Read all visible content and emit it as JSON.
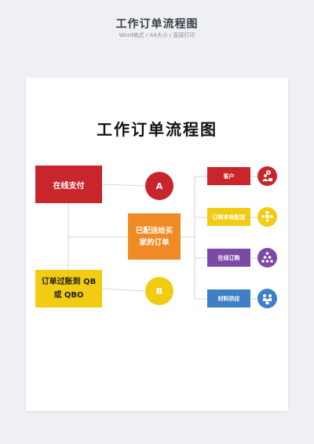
{
  "header": {
    "title": "工作订单流程图",
    "subtitle": "Word格式 / A4大小 / 直接打印"
  },
  "document": {
    "title": "工作订单流程图",
    "nodes": {
      "pay": "在线支付",
      "qb": "订单过账到 QB 或 QBO",
      "ship": "已配送给买家的订单",
      "circle_a": "A",
      "circle_b": "B"
    },
    "tags": [
      {
        "label": "客户",
        "color": "#c8252c",
        "icon": "money-person-icon"
      },
      {
        "label": "订购本地配送",
        "color": "#f2cb13",
        "icon": "delivery-people-icon"
      },
      {
        "label": "在线订购",
        "color": "#7c4aa6",
        "icon": "team-pyramid-icon"
      },
      {
        "label": "材料供应",
        "color": "#3f7fc5",
        "icon": "group-icon"
      }
    ]
  }
}
